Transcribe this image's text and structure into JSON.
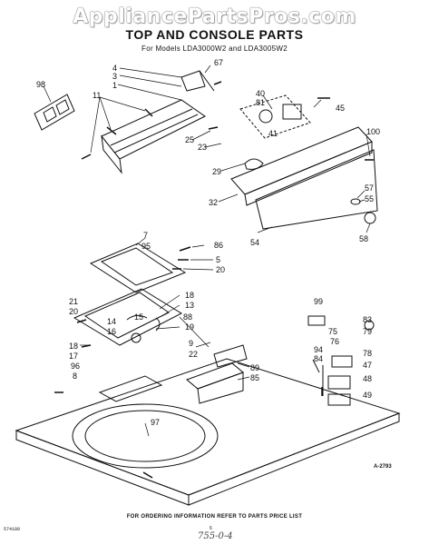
{
  "watermark": "AppliancePartsPros.com",
  "title": "TOP AND CONSOLE PARTS",
  "subtitle": "For Models LDA3000W2 and LDA3005W2",
  "diagram_code": "A-2793",
  "footer": "FOR ORDERING INFORMATION REFER TO PARTS PRICE LIST",
  "doc_code": "574180",
  "page_marker": "6",
  "handwritten": "755-0-4",
  "callouts": {
    "c4": "4",
    "c3": "3",
    "c1": "1",
    "c67": "67",
    "c98": "98",
    "c11": "11",
    "c40": "40",
    "c81": "81",
    "c41": "41",
    "c45": "45",
    "c25": "25",
    "c23": "23",
    "c100": "100",
    "c29": "29",
    "c32": "32",
    "c57": "57",
    "c55": "55",
    "c54": "54",
    "c58": "58",
    "c7": "7",
    "c95": "95",
    "c86": "86",
    "c5": "5",
    "c20a": "20",
    "c21": "21",
    "c20b": "20",
    "c18a": "18",
    "c13": "13",
    "c88": "88",
    "c15": "15",
    "c19": "19",
    "c14": "14",
    "c16": "16",
    "c18b": "18",
    "c17": "17",
    "c96": "96",
    "c8": "8",
    "c9": "9",
    "c22": "22",
    "c89": "89",
    "c85": "85",
    "c97": "97",
    "c99": "99",
    "c83": "83",
    "c75": "75",
    "c79": "79",
    "c76": "76",
    "c78": "78",
    "c94": "94",
    "c84": "84",
    "c47": "47",
    "c48": "48",
    "c49": "49"
  }
}
